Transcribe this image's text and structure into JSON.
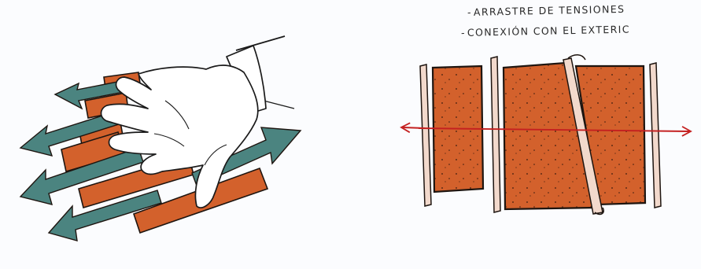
{
  "annotations": {
    "line1": "ARRASTRE DE TENSIONES",
    "line2": "CONEXIÓN CON EL EXTERIC",
    "bullet": "-"
  },
  "colors": {
    "brick": "#d3612c",
    "teal_arrow": "#4b8480",
    "red_line": "#c42020",
    "outline": "#1e1510",
    "background": "#fbfcfe"
  },
  "icons": {
    "left_figure": "hand-over-bricks-with-arrows",
    "right_figure": "masonry-panels-with-ties-and-axis"
  }
}
